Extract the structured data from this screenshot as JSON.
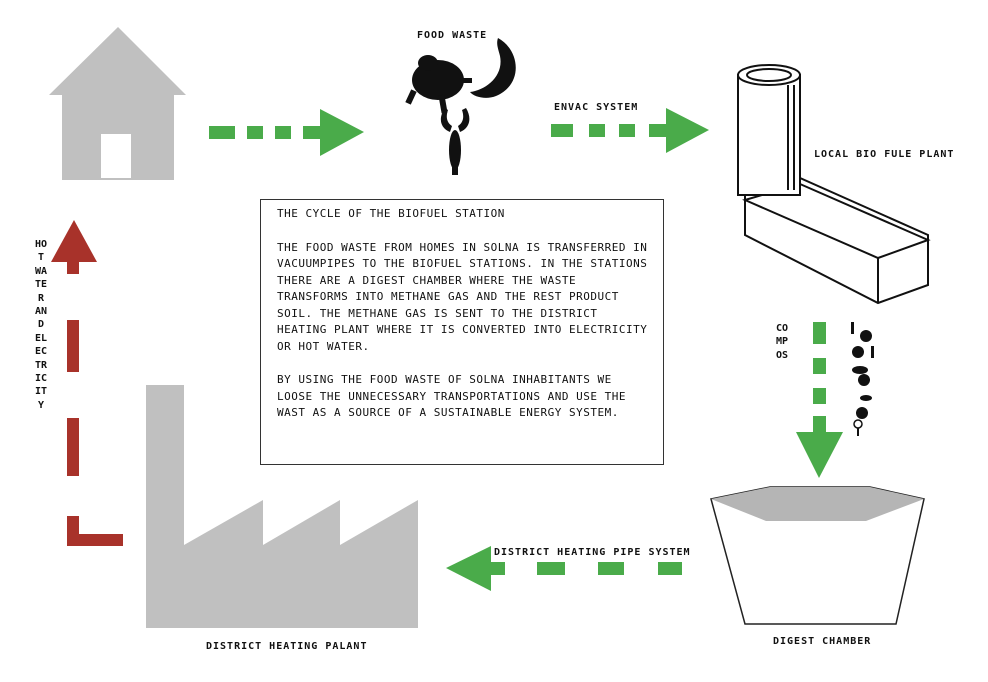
{
  "labels": {
    "food_waste": "FOOD WASTE",
    "envac_system": "ENVAC SYSTEM",
    "local_bio_plant": "LOCAL BIO FULE PLANT",
    "compos": "COMPOS",
    "digest_chamber": "DIGEST CHAMBER",
    "district_heating_pipe": "DISTRICT HEATING PIPE SYSTEM",
    "district_heating_plant": "DISTRICT HEATING PALANT",
    "hot_water": "HOT WATER AND ELECTRICITY"
  },
  "infobox": {
    "title": "THE CYCLE OF THE BIOFUEL STATION",
    "paragraph1": "THE FOOD WASTE FROM HOMES IN SOLNA IS TRANSFERRED IN VACUUMPIPES TO THE BIOFUEL STATIONS. IN THE STATIONS THERE ARE A DIGEST CHAMBER WHERE THE WASTE TRANSFORMS INTO METHANE GAS AND THE REST PRODUCT SOIL. THE METHANE GAS IS SENT TO THE DISTRICT HEATING PLANT WHERE IT IS CONVERTED INTO ELECTRICITY OR HOT WATER.",
    "paragraph2": "BY USING THE FOOD WASTE OF SOLNA INHABITANTS WE LOOSE THE UNNECESSARY TRANSPORTATIONS AND USE THE WAST AS A SOURCE OF A SUSTAINABLE ENERGY SYSTEM."
  },
  "colors": {
    "green_arrow": "#4aab4a",
    "red_arrow": "#a8322a",
    "gray_shape": "#c0c0c0",
    "dark_gray": "#a9a9a9"
  }
}
